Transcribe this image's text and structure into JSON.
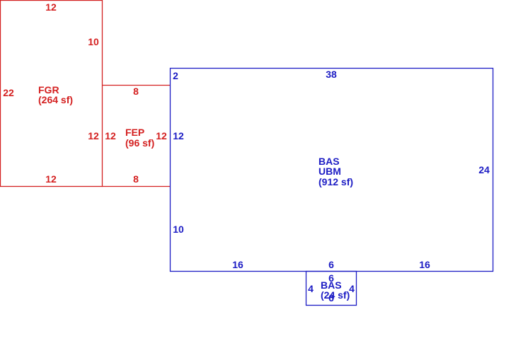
{
  "colors": {
    "garage_porch": "#d42020",
    "living": "#1c1cc4"
  },
  "areas": [
    {
      "key": "fgr",
      "code": "FGR",
      "area": "(264 sf)",
      "dims": {
        "top": "12",
        "right_upper": "10",
        "right_lower": "12",
        "left": "22",
        "bottom": "12"
      }
    },
    {
      "key": "fep",
      "code": "FEP",
      "area": "(96 sf)",
      "dims": {
        "top": "8",
        "left": "12",
        "right": "12",
        "bottom": "8"
      }
    },
    {
      "key": "bas_main",
      "code": "BAS",
      "code2": "UBM",
      "area": "(912 sf)",
      "dims": {
        "top": "38",
        "left_top": "2",
        "left_mid": "12",
        "left_bottom": "10",
        "right": "24",
        "bottom_left": "16",
        "bottom_mid": "6",
        "bottom_right": "16"
      }
    },
    {
      "key": "bas_small",
      "code": "BAS",
      "area": "(24 sf)",
      "dims": {
        "top": "6",
        "left": "4",
        "right": "4",
        "bottom": "6"
      }
    }
  ]
}
